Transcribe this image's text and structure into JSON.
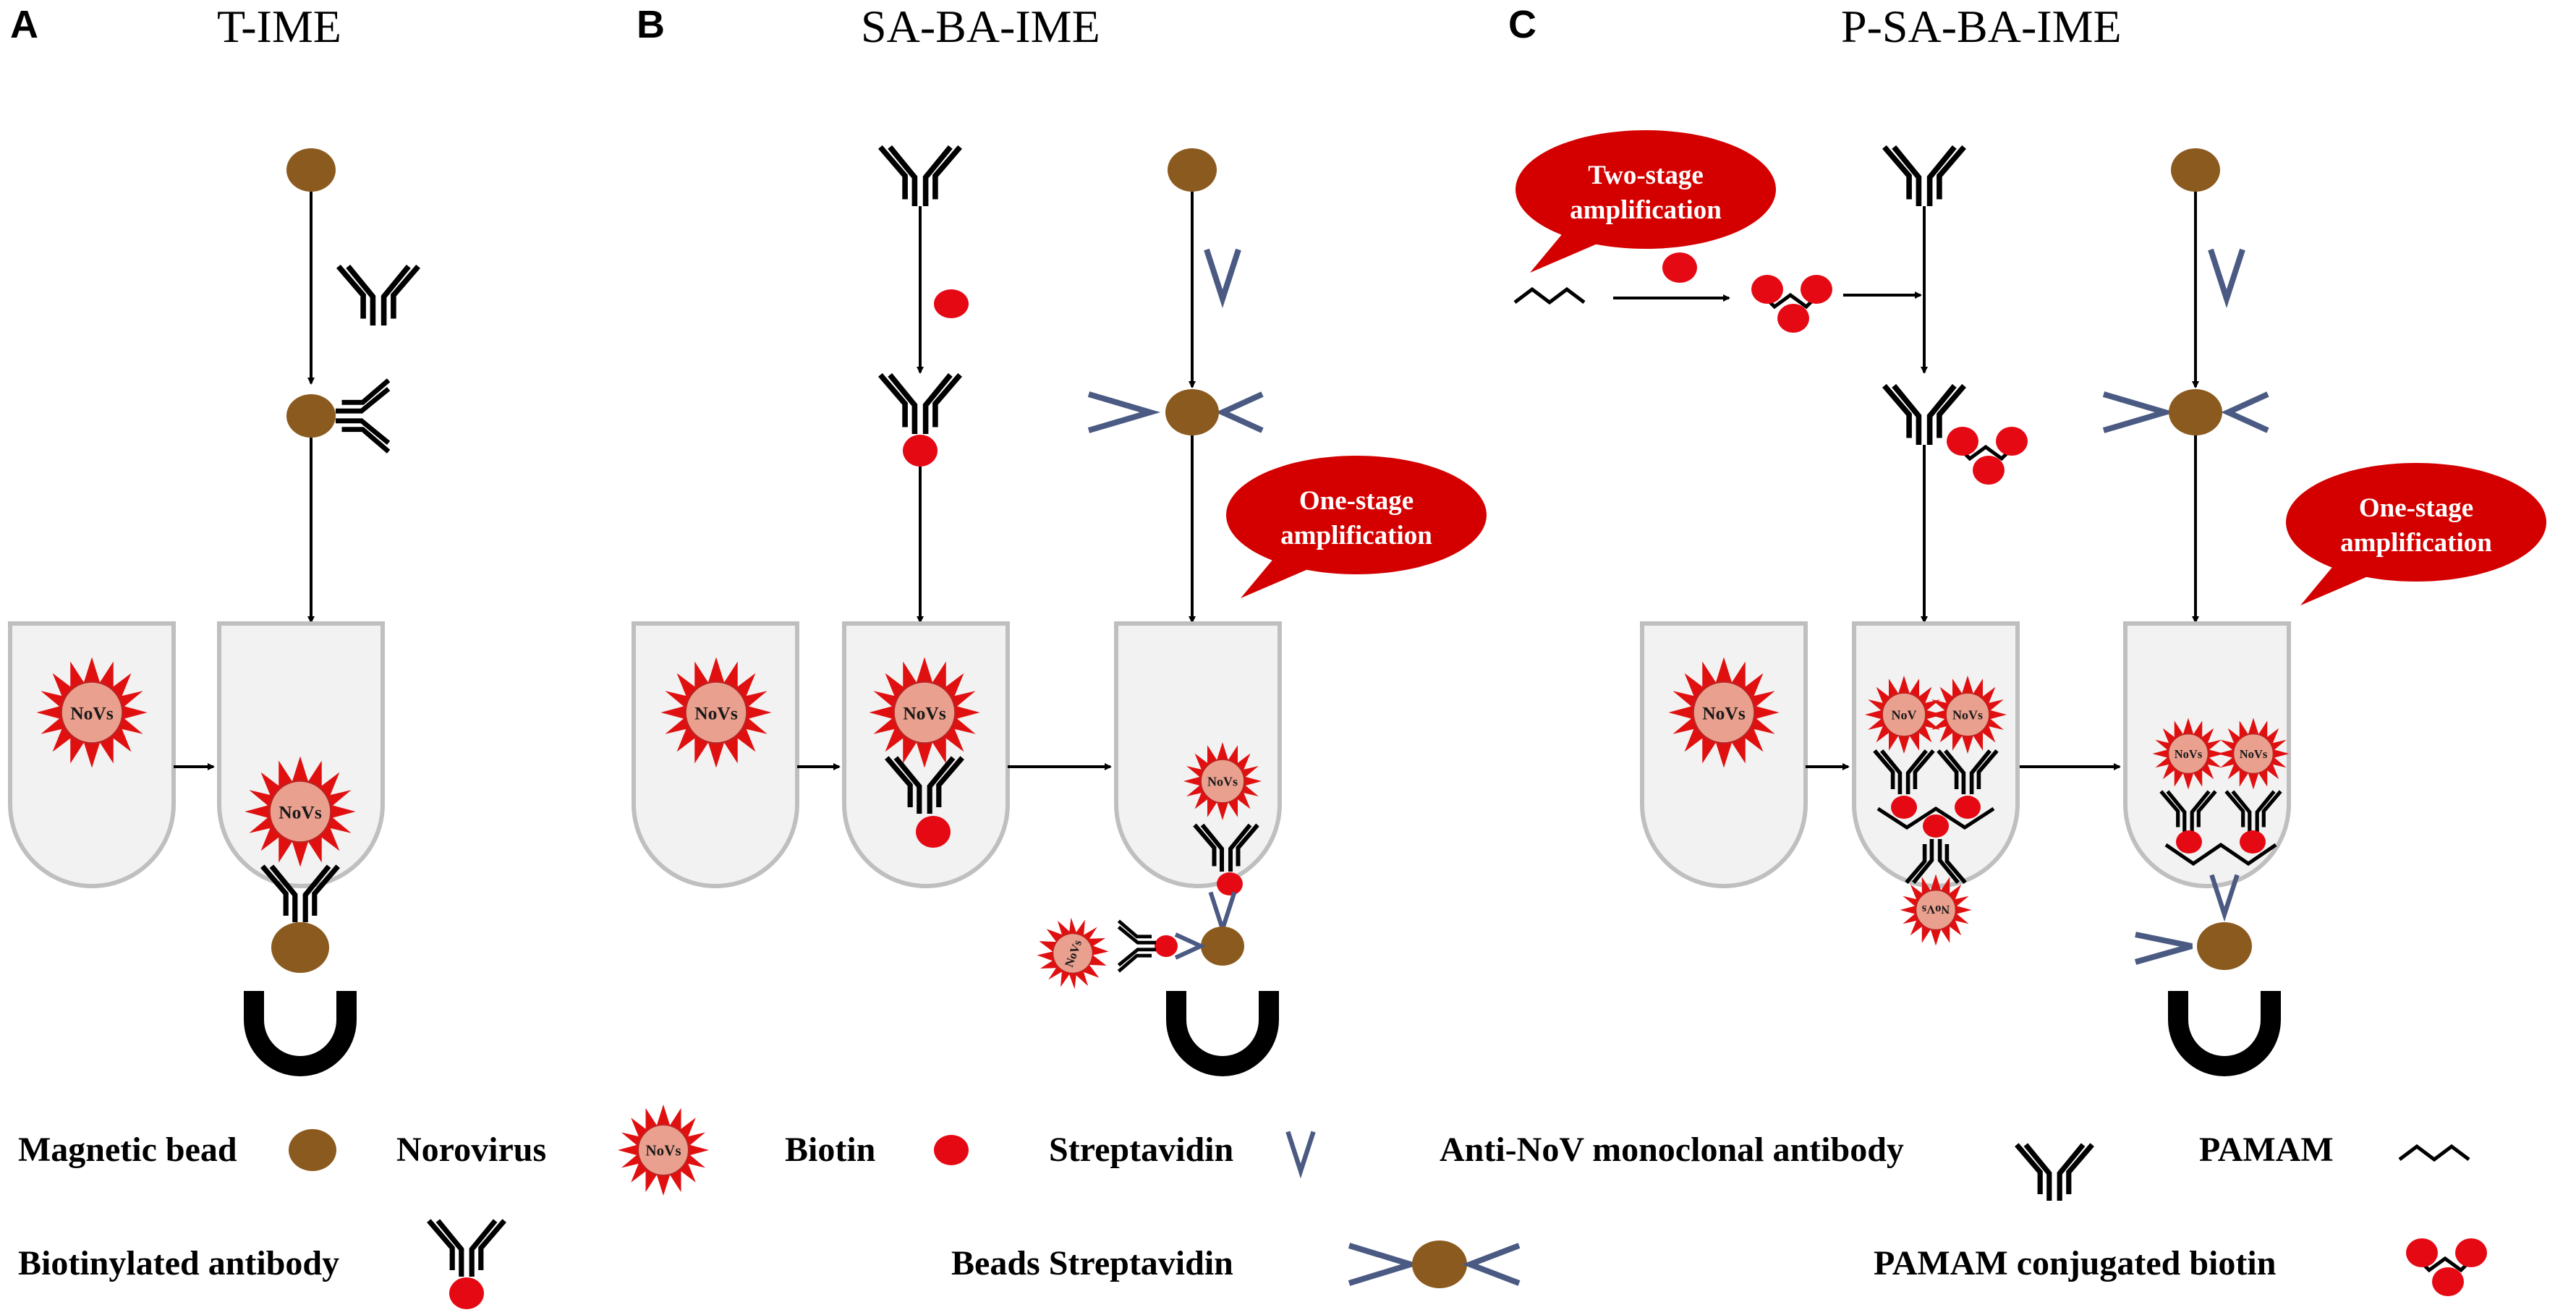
{
  "panels": {
    "a": {
      "letter": "A",
      "title": "T-IME"
    },
    "b": {
      "letter": "B",
      "title": "SA-BA-IME"
    },
    "c": {
      "letter": "C",
      "title": "P-SA-BA-IME"
    }
  },
  "virus_label": "NoVs",
  "virus_label_small": "NoV",
  "bubbles": {
    "b_one_stage": [
      "One-stage",
      "amplification"
    ],
    "c_two_stage": [
      "Two-stage",
      "amplification"
    ],
    "c_one_stage": [
      "One-stage",
      "amplification"
    ]
  },
  "legend": {
    "magnetic_bead": "Magnetic bead",
    "norovirus": "Norovirus",
    "biotin": "Biotin",
    "streptavidin": "Streptavidin",
    "anti_nov": "Anti-NoV monoclonal antibody",
    "pamam": "PAMAM",
    "biotinylated_antibody": "Biotinylated antibody",
    "beads_streptavidin": "Beads Streptavidin",
    "pamam_biotin": "PAMAM conjugated biotin"
  },
  "colors": {
    "bead": "#8B5A1E",
    "biotin": "#E50914",
    "virus_spike": "#E01010",
    "virus_body": "#E9A08E",
    "streptavidin": "#4A5A82",
    "bubble": "#D40000",
    "tube_fill": "#F2F2F2",
    "tube_stroke": "#BFBFBF"
  }
}
